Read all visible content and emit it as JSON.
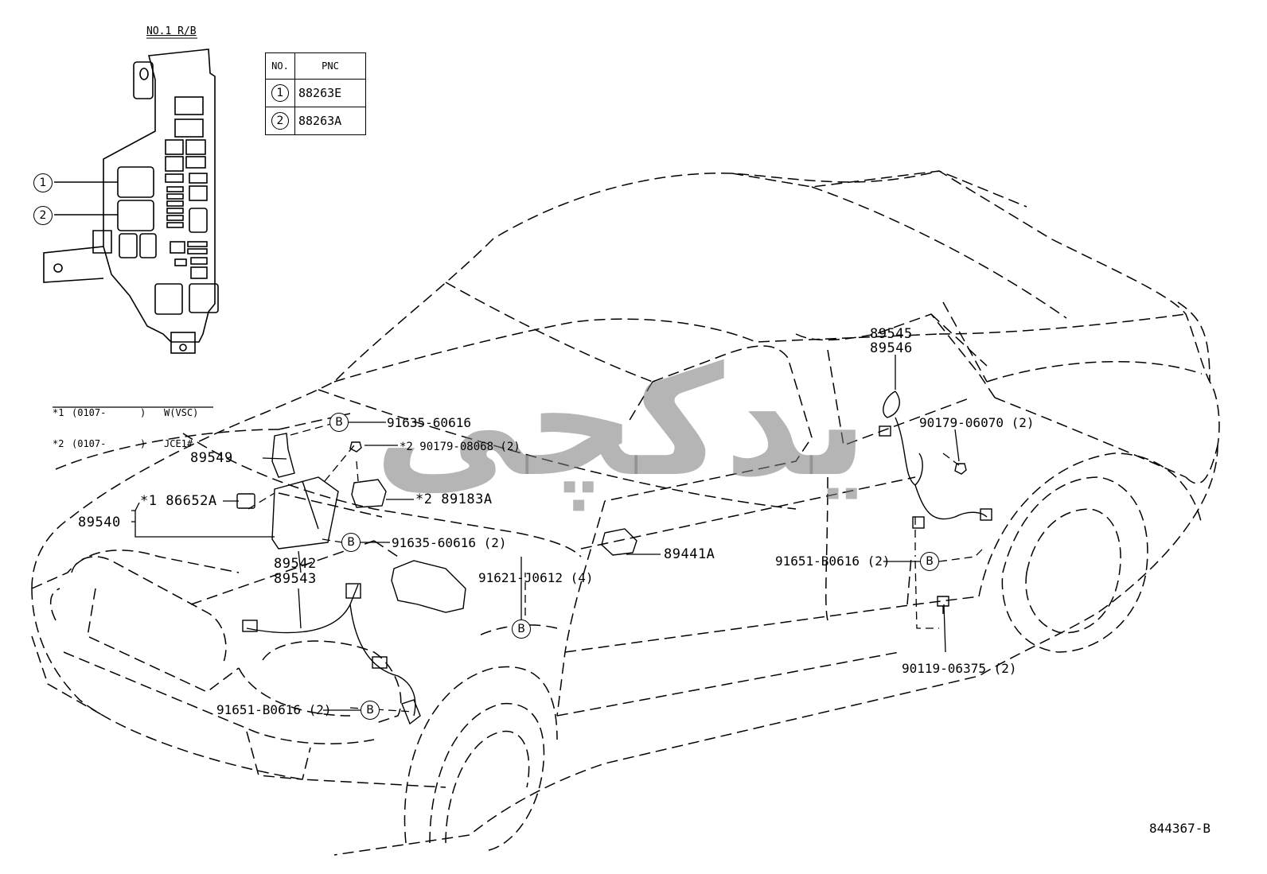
{
  "relay_block": {
    "header": "NO.1 R/B",
    "callouts": [
      "1",
      "2"
    ]
  },
  "pnc_table": {
    "headers": [
      "NO.",
      "PNC"
    ],
    "rows": [
      {
        "no": "1",
        "pnc": "88263E"
      },
      {
        "no": "2",
        "pnc": "88263A"
      }
    ]
  },
  "notes": [
    {
      "mark": "*1",
      "range": "(0107-",
      "close": ")",
      "spec": "W(VSC)"
    },
    {
      "mark": "*2",
      "range": "(0107-",
      "close": ")",
      "spec": "JCE1#"
    }
  ],
  "part_labels": {
    "p91635_60616": "91635-60616",
    "p90179_08068": "*2 90179-08068 (2)",
    "p89549": "89549",
    "p86652A": "*1 86652A",
    "p89183A": "*2 89183A",
    "p89540": "89540",
    "p91635_60616_2": "91635-60616 (2)",
    "p89542": "89542",
    "p89543": "89543",
    "p91621_J0612": "91621-J0612 (4)",
    "p89441A": "89441A",
    "p91651_B0616_front": "91651-B0616 (2)",
    "p89545": "89545",
    "p89546": "89546",
    "p90179_06070": "90179-06070 (2)",
    "p91651_B0616_rear": "91651-B0616 (2)",
    "p90119_06375": "90119-06375 (2)"
  },
  "bolt_marker": "B",
  "figure_id": "844367-B",
  "watermark": "یدکچی"
}
